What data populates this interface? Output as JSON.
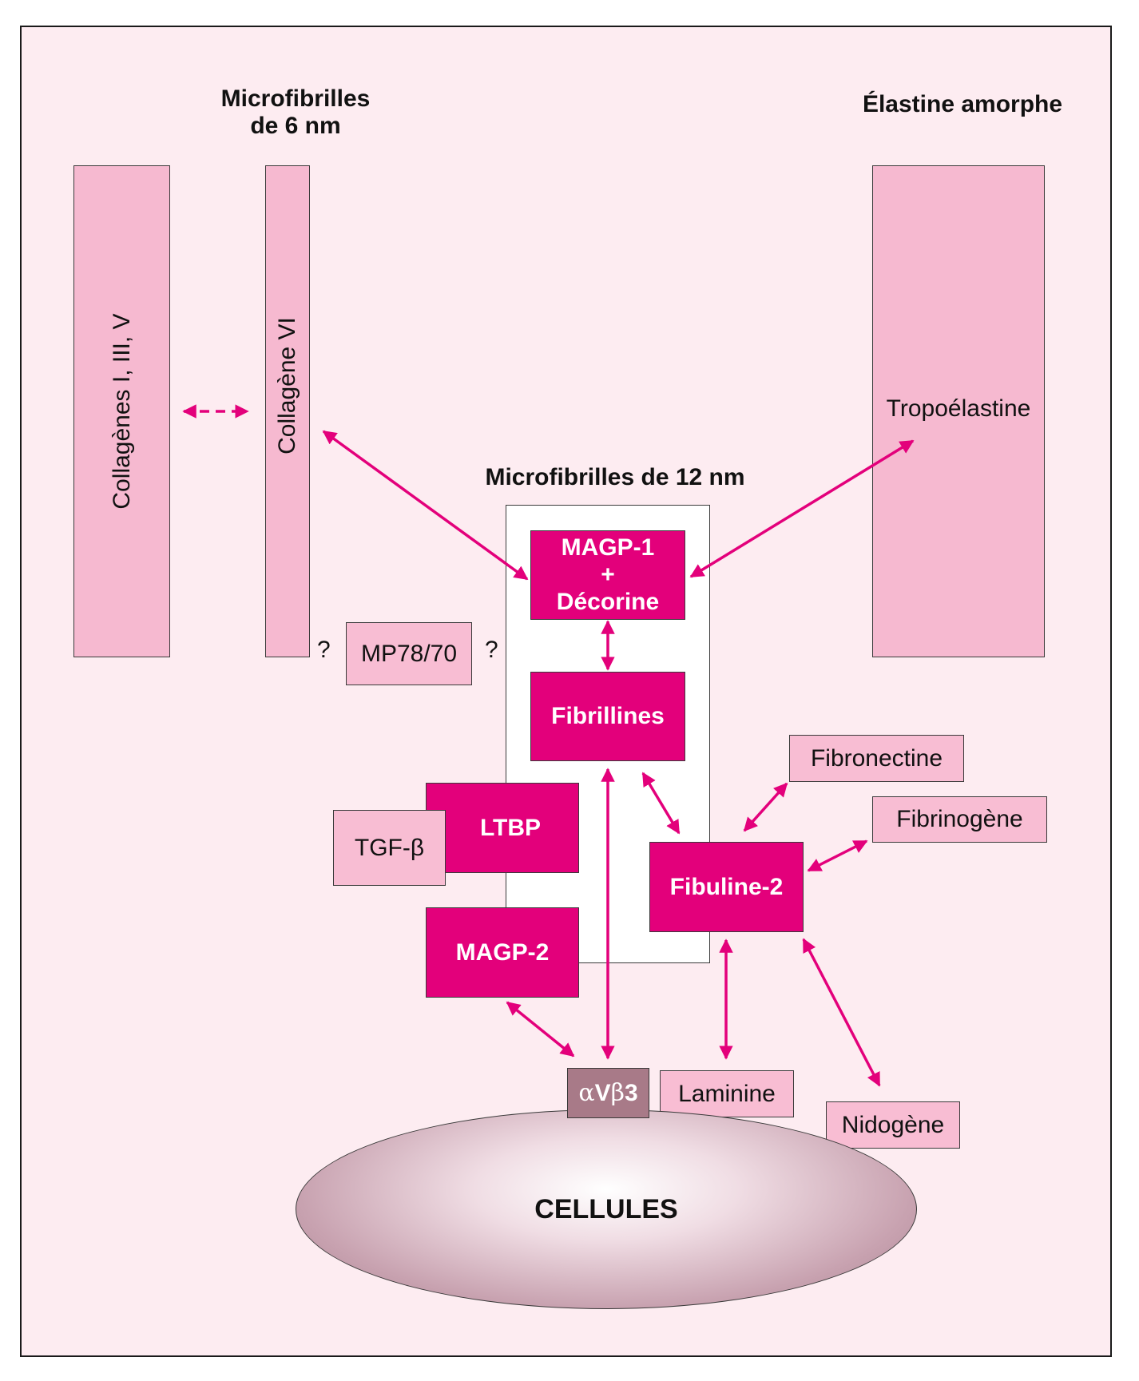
{
  "headings": {
    "microfibrilles_6nm_line1": "Microfibrilles",
    "microfibrilles_6nm_line2": "de 6 nm",
    "elastine_amorphe": "Élastine amorphe",
    "microfibrilles_12nm": "Microfibrilles de 12 nm"
  },
  "bars": {
    "collagenes": "Collagènes I, III, V",
    "collagene_vi": "Collagène VI",
    "tropoelastine": "Tropoélastine"
  },
  "boxes": {
    "magp1_line1": "MAGP-1",
    "magp1_line2": "+",
    "magp1_line3": "Décorine",
    "fibrillines": "Fibrillines",
    "ltbp": "LTBP",
    "tgf_beta": "TGF-β",
    "magp2": "MAGP-2",
    "fibuline2": "Fibuline-2",
    "fibronectine": "Fibronectine",
    "fibrinogene": "Fibrinogène",
    "mp78_70": "MP78/70",
    "laminine": "Laminine",
    "nidogene": "Nidogène",
    "avb3_alpha": "α",
    "avb3_v": "V",
    "avb3_beta": "β",
    "avb3_3": "3"
  },
  "question_marks": [
    "?",
    "?"
  ],
  "cells_label": "CELLULES",
  "colors": {
    "background": "#fdecf1",
    "magenta": "#e3007b",
    "pale_pink": "#f8bdd3",
    "arrow": "#e3007b",
    "integrin": "#a87a88"
  }
}
